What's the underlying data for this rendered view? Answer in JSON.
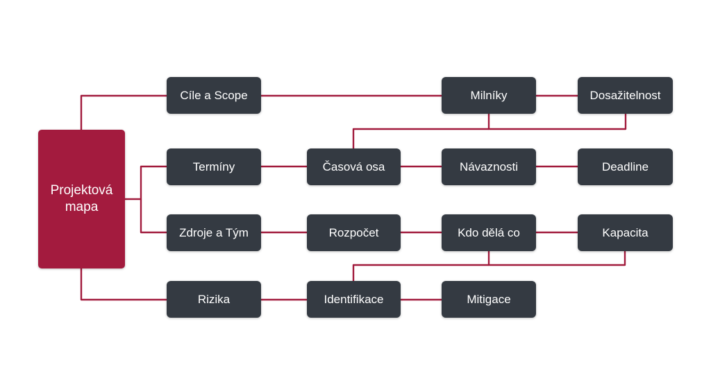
{
  "root": {
    "line1": "Projektová",
    "line2": "mapa"
  },
  "branches": {
    "goals": "Cíle a Scope",
    "terms": "Termíny",
    "resources": "Zdroje a Tým",
    "risks": "Rizika"
  },
  "nodes": {
    "milestones": "Milníky",
    "achievability": "Dosažitelnost",
    "timeline": "Časová osa",
    "dependencies": "Návaznosti",
    "deadline": "Deadline",
    "budget": "Rozpočet",
    "who_does_what": "Kdo dělá co",
    "capacity": "Kapacita",
    "identification": "Identifikace",
    "mitigation": "Mitigace"
  },
  "colors": {
    "root_fill": "#a31b3e",
    "node_fill": "#343a42",
    "connector": "#a11a3c",
    "text": "#ffffff"
  }
}
